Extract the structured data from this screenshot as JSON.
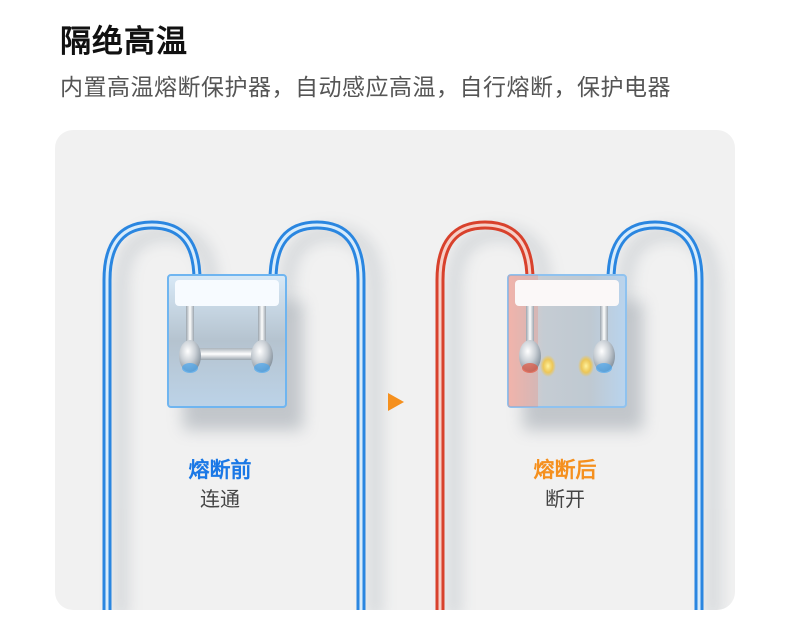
{
  "header": {
    "title": "隔绝高温",
    "subtitle": "内置高温熔断保护器，自动感应高温，自行熔断，保护电器"
  },
  "comparison": {
    "before": {
      "title": "熔断前",
      "state": "连通",
      "title_color": "#1a78e6",
      "wire_color": "#2f8fe6"
    },
    "arrow_icon": "play-triangle-icon",
    "arrow_color": "#f5901e",
    "after": {
      "title": "熔断后",
      "state": "断开",
      "title_color": "#f5901e",
      "hot_wire_color": "#d8412c",
      "cold_wire_color": "#2f8fe6"
    }
  }
}
